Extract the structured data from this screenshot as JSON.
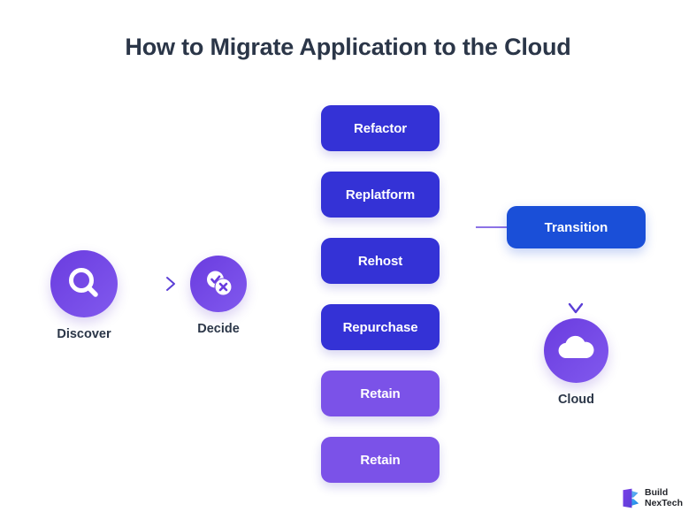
{
  "page": {
    "title": "How to Migrate Application to the Cloud",
    "background_color": "#ffffff"
  },
  "colors": {
    "title_text": "#2b3648",
    "box_deep_blue": "#3432d6",
    "box_light_purple": "#7b52e8",
    "transition_blue": "#1a4fd8",
    "circle_gradient_start": "#6d3fe0",
    "circle_gradient_end": "#7f56ec",
    "connector_line": "#6b4ce0",
    "connector_line_faded": "#bcaef0",
    "label_text": "#2b3648"
  },
  "stages": {
    "discover": {
      "label": "Discover",
      "icon": "magnifier-icon"
    },
    "decide": {
      "label": "Decide",
      "icon": "check-and-cross-icon"
    },
    "cloud": {
      "label": "Cloud",
      "icon": "cloud-icon"
    }
  },
  "transition": {
    "label": "Transition"
  },
  "options": [
    {
      "label": "Refactor",
      "tone": "deep",
      "connects_to_transition": true
    },
    {
      "label": "Replatform",
      "tone": "deep",
      "connects_to_transition": true
    },
    {
      "label": "Rehost",
      "tone": "deep",
      "connects_to_transition": true
    },
    {
      "label": "Repurchase",
      "tone": "deep",
      "connects_to_transition": true
    },
    {
      "label": "Retain",
      "tone": "light",
      "connects_to_transition": false
    },
    {
      "label": "Retain",
      "tone": "light",
      "connects_to_transition": false
    }
  ],
  "logo": {
    "line1": "Build",
    "line2": "NexTech",
    "icon": "build-nextech-b-icon"
  },
  "chart_data": {
    "type": "diagram",
    "title": "How to Migrate Application to the Cloud",
    "flow": [
      "Discover",
      "Decide",
      [
        "Refactor",
        "Replatform",
        "Rehost",
        "Repurchase",
        "Retain",
        "Retain"
      ],
      "Transition",
      "Cloud"
    ]
  }
}
